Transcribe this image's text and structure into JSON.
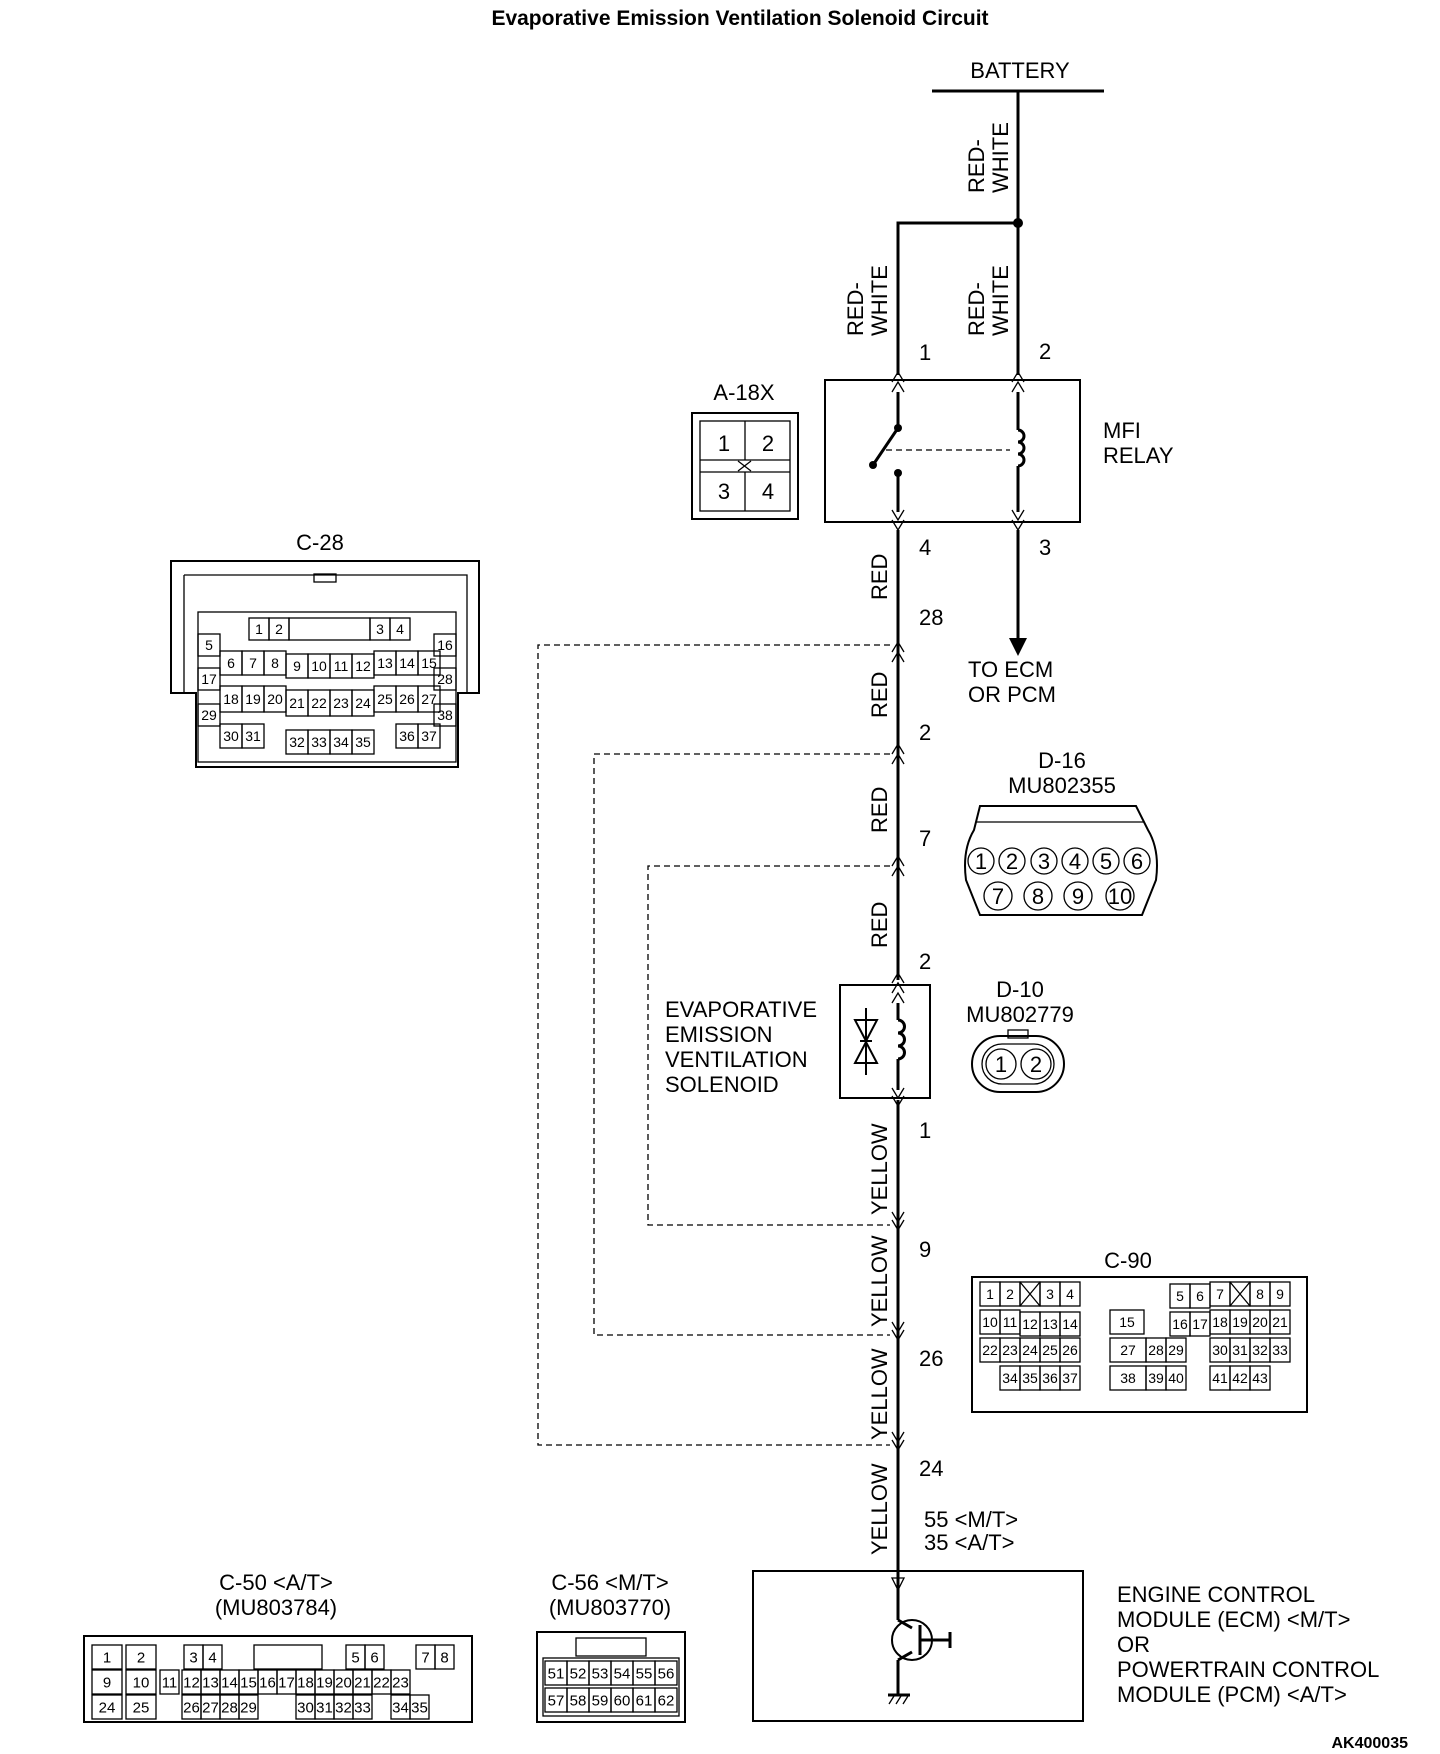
{
  "title": "Evaporative Emission Ventilation Solenoid Circuit",
  "battery": "BATTERY",
  "wires": {
    "red_white": [
      "RED-",
      "WHITE"
    ],
    "red": "RED",
    "yellow": "YELLOW"
  },
  "mfi_relay": {
    "label": [
      "MFI",
      "RELAY"
    ],
    "pins": {
      "p1": "1",
      "p2": "2",
      "p3": "3",
      "p4": "4"
    },
    "connector": "A-18X",
    "connector_pins": [
      "1",
      "2",
      "3",
      "4"
    ]
  },
  "to_ecm": [
    "TO ECM",
    "OR PCM"
  ],
  "junction_pins": [
    "28",
    "2",
    "7",
    "2",
    "1",
    "9",
    "26",
    "24"
  ],
  "solenoid": {
    "label": [
      "EVAPORATIVE",
      "EMISSION",
      "VENTILATION",
      "SOLENOID"
    ]
  },
  "d16": {
    "name": "D-16",
    "part": "MU802355",
    "pins": [
      "1",
      "2",
      "3",
      "4",
      "5",
      "6",
      "7",
      "8",
      "9",
      "10"
    ]
  },
  "d10": {
    "name": "D-10",
    "part": "MU802779",
    "pins": [
      "1",
      "2"
    ]
  },
  "c28": {
    "name": "C-28",
    "pins": [
      "1",
      "2",
      "3",
      "4",
      "5",
      "6",
      "7",
      "8",
      "9",
      "10",
      "11",
      "12",
      "13",
      "14",
      "15",
      "16",
      "17",
      "18",
      "19",
      "20",
      "21",
      "22",
      "23",
      "24",
      "25",
      "26",
      "27",
      "28",
      "29",
      "30",
      "31",
      "32",
      "33",
      "34",
      "35",
      "36",
      "37",
      "38"
    ]
  },
  "c90": {
    "name": "C-90",
    "pins": [
      "1",
      "2",
      "3",
      "4",
      "5",
      "6",
      "7",
      "8",
      "9",
      "10",
      "11",
      "12",
      "13",
      "14",
      "15",
      "16",
      "17",
      "18",
      "19",
      "20",
      "21",
      "22",
      "23",
      "24",
      "25",
      "26",
      "27",
      "28",
      "29",
      "30",
      "31",
      "32",
      "33",
      "34",
      "35",
      "36",
      "37",
      "38",
      "39",
      "40",
      "41",
      "42",
      "43"
    ]
  },
  "ecm_pins": [
    "55 <M/T>",
    "35 <A/T>"
  ],
  "ecm_label": [
    "ENGINE CONTROL",
    "MODULE (ECM) <M/T>",
    "OR",
    "POWERTRAIN CONTROL",
    "MODULE (PCM) <A/T>"
  ],
  "c50": {
    "name": "C-50 <A/T>",
    "part": "(MU803784)",
    "pins": [
      "1",
      "2",
      "3",
      "4",
      "5",
      "6",
      "7",
      "8",
      "9",
      "10",
      "11",
      "12",
      "13",
      "14",
      "15",
      "16",
      "17",
      "18",
      "19",
      "20",
      "21",
      "22",
      "23",
      "24",
      "25",
      "26",
      "27",
      "28",
      "29",
      "30",
      "31",
      "32",
      "33",
      "34",
      "35"
    ]
  },
  "c56": {
    "name": "C-56 <M/T>",
    "part": "(MU803770)",
    "pins": [
      "51",
      "52",
      "53",
      "54",
      "55",
      "56",
      "57",
      "58",
      "59",
      "60",
      "61",
      "62"
    ]
  },
  "figure_id": "AK400035"
}
